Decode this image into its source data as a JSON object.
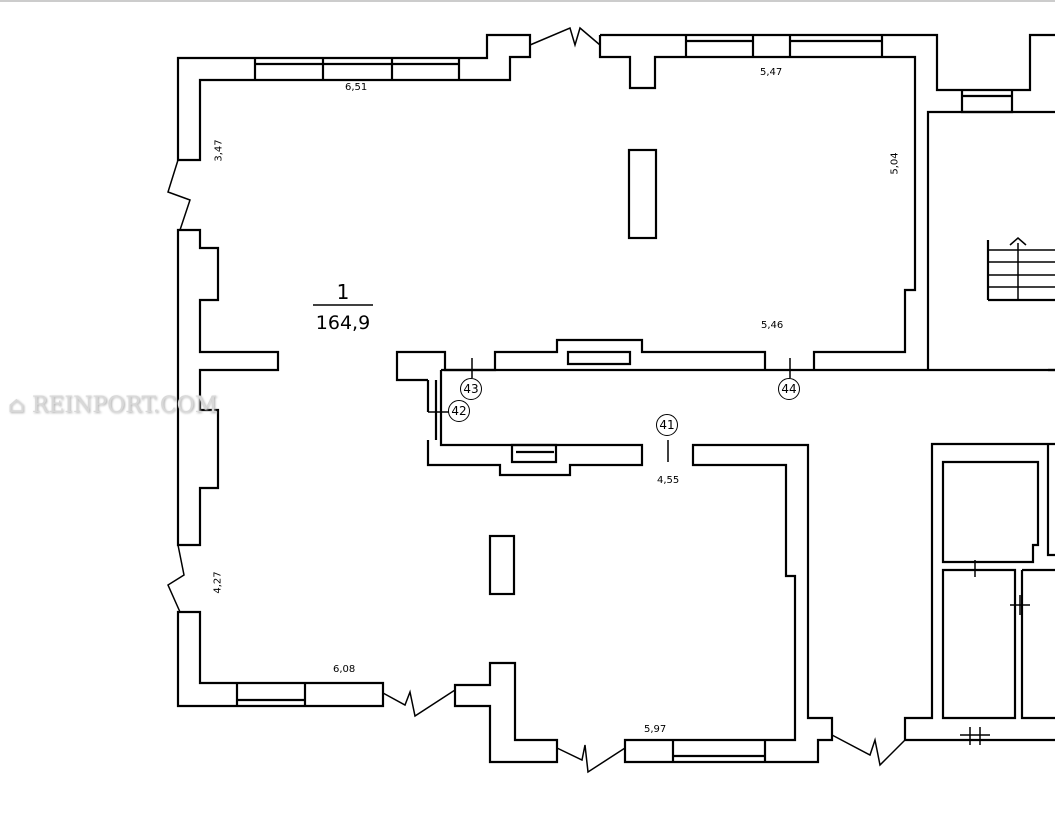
{
  "room": {
    "number": "1",
    "area": "164,9"
  },
  "dimensions": [
    "6,51",
    "5,47",
    "3,47",
    "5,04",
    "5,46",
    "4,55",
    "4,27",
    "6,08",
    "5,97"
  ],
  "markers": [
    "43",
    "42",
    "41",
    "44"
  ],
  "watermark": "REINPORT.COM"
}
